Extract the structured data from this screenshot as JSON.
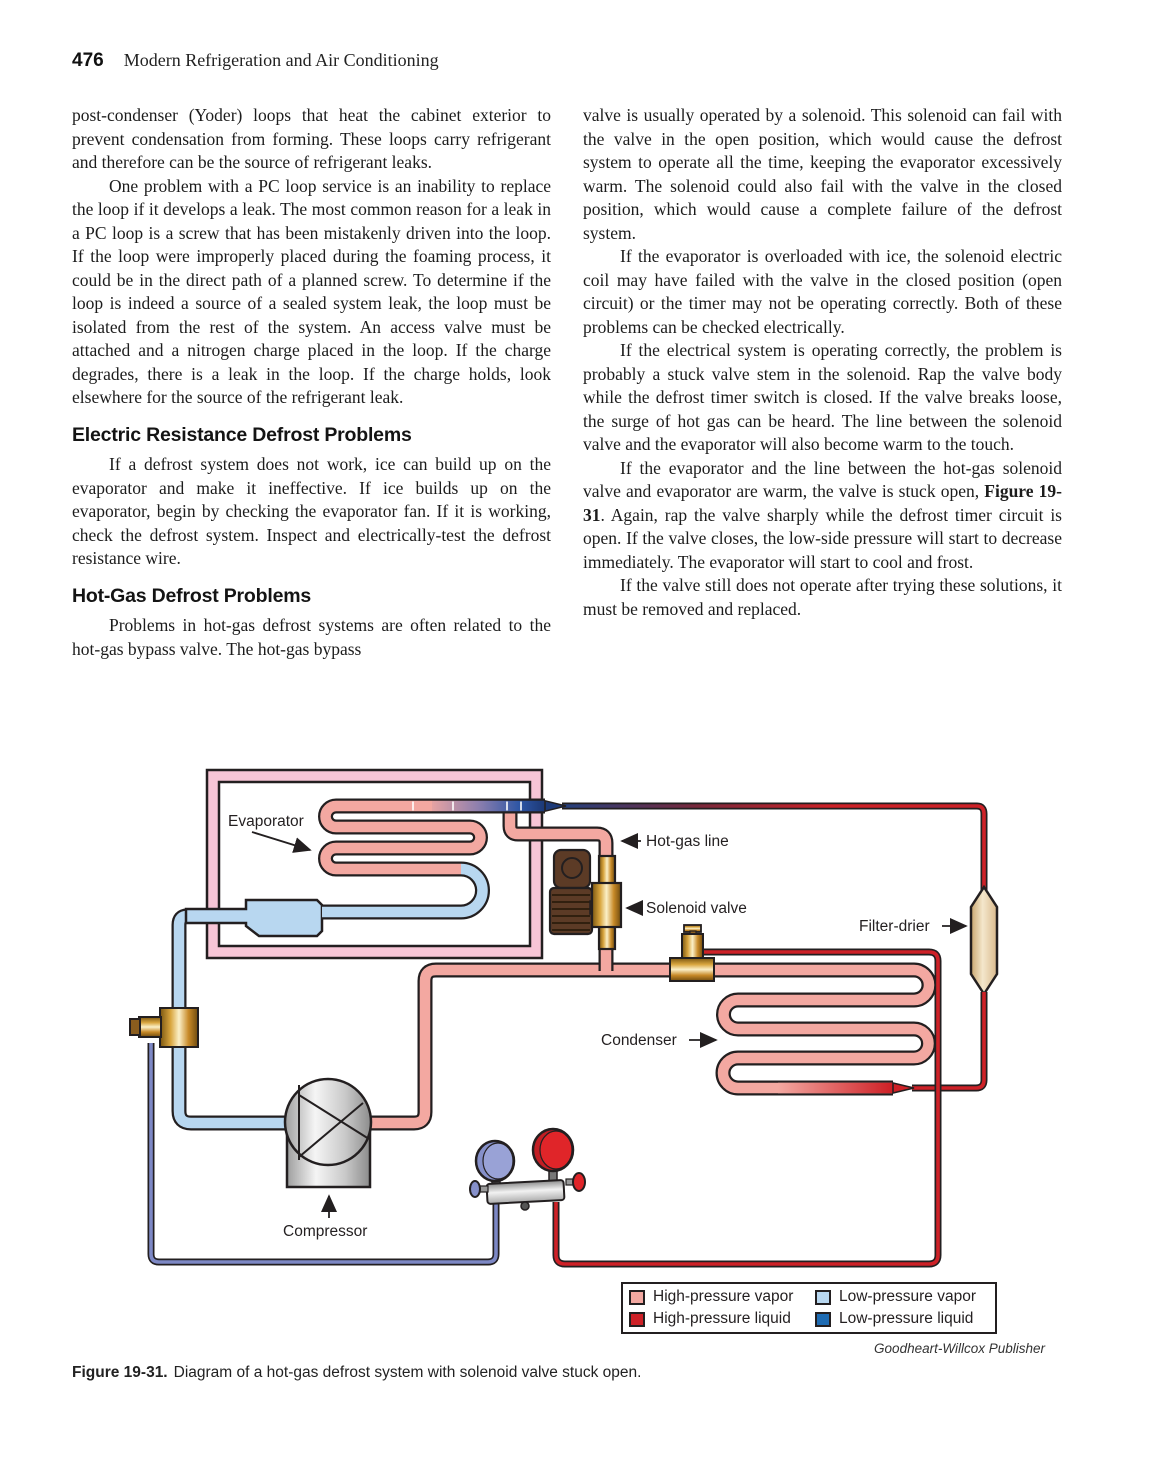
{
  "page": {
    "number": "476",
    "running_title": "Modern Refrigeration and Air Conditioning"
  },
  "left_column": {
    "para1": "post-condenser (Yoder) loops that heat the cabinet exterior to prevent condensation from forming. These loops carry refrigerant and therefore can be the source of refrigerant leaks.",
    "para2": "One problem with a PC loop service is an inability to replace the loop if it develops a leak. The most common reason for a leak in a PC loop is a screw that has been mistakenly driven into the loop. If the loop were improperly placed during the foaming process, it could be in the direct path of a planned screw. To determine if the loop is indeed a source of a sealed system leak, the loop must be isolated from the rest of the system. An access valve must be attached and a nitrogen charge placed in the loop. If the charge degrades, there is a leak in the loop. If the charge holds, look elsewhere for the source of the refrigerant leak.",
    "heading1": "Electric Resistance Defrost Problems",
    "para3": "If a defrost system does not work, ice can build up on the evaporator and make it ineffective. If ice builds up on the evaporator, begin by checking the evaporator fan. If it is working, check the defrost system. Inspect and electrically-test the defrost resistance wire.",
    "heading2": "Hot-Gas Defrost Problems",
    "para4": "Problems in hot-gas defrost systems are often related to the hot-gas bypass valve. The hot-gas bypass"
  },
  "right_column": {
    "para1": "valve is usually operated by a solenoid. This solenoid can fail with the valve in the open position, which would cause the defrost system to operate all the time, keeping the evaporator excessively warm. The solenoid could also fail with the valve in the closed position, which would cause a complete failure of the defrost system.",
    "para2": "If the evaporator is overloaded with ice, the solenoid electric coil may have failed with the valve in the closed position (open circuit) or the timer may not be operating correctly. Both of these problems can be checked electrically.",
    "para3": "If the electrical system is operating correctly, the problem is probably a stuck valve stem in the solenoid. Rap the valve body while the defrost timer switch is closed. If the valve breaks loose, the surge of hot gas can be heard. The line between the solenoid valve and the evaporator will also become warm to the touch.",
    "para4_pre": "If the evaporator and the line between the hot-gas solenoid valve and evaporator are warm, the valve is stuck open, ",
    "para4_bold": "Figure 19-31",
    "para4_post": ". Again, rap the valve sharply while the defrost timer circuit is open. If the valve closes, the low-side pressure will start to decrease immediately. The evaporator will start to cool and frost.",
    "para5": "If the valve still does not operate after trying these solutions, it must be removed and replaced."
  },
  "diagram": {
    "labels": {
      "evaporator": "Evaporator",
      "hot_gas_line": "Hot-gas line",
      "solenoid_valve": "Solenoid valve",
      "filter_drier": "Filter-drier",
      "condenser": "Condenser",
      "compressor": "Compressor"
    },
    "legend": {
      "items": [
        {
          "label": "High-pressure vapor",
          "color": "#F3A8A1"
        },
        {
          "label": "Low-pressure vapor",
          "color": "#B8D7F0"
        },
        {
          "label": "High-pressure liquid",
          "color": "#CE2127"
        },
        {
          "label": "Low-pressure liquid",
          "color": "#1E6BB2"
        }
      ]
    },
    "credit": "Goodheart-Willcox Publisher"
  },
  "caption": {
    "figure_label": "Figure 19-31.",
    "text": "Diagram of a hot-gas defrost system with solenoid valve stuck open."
  }
}
